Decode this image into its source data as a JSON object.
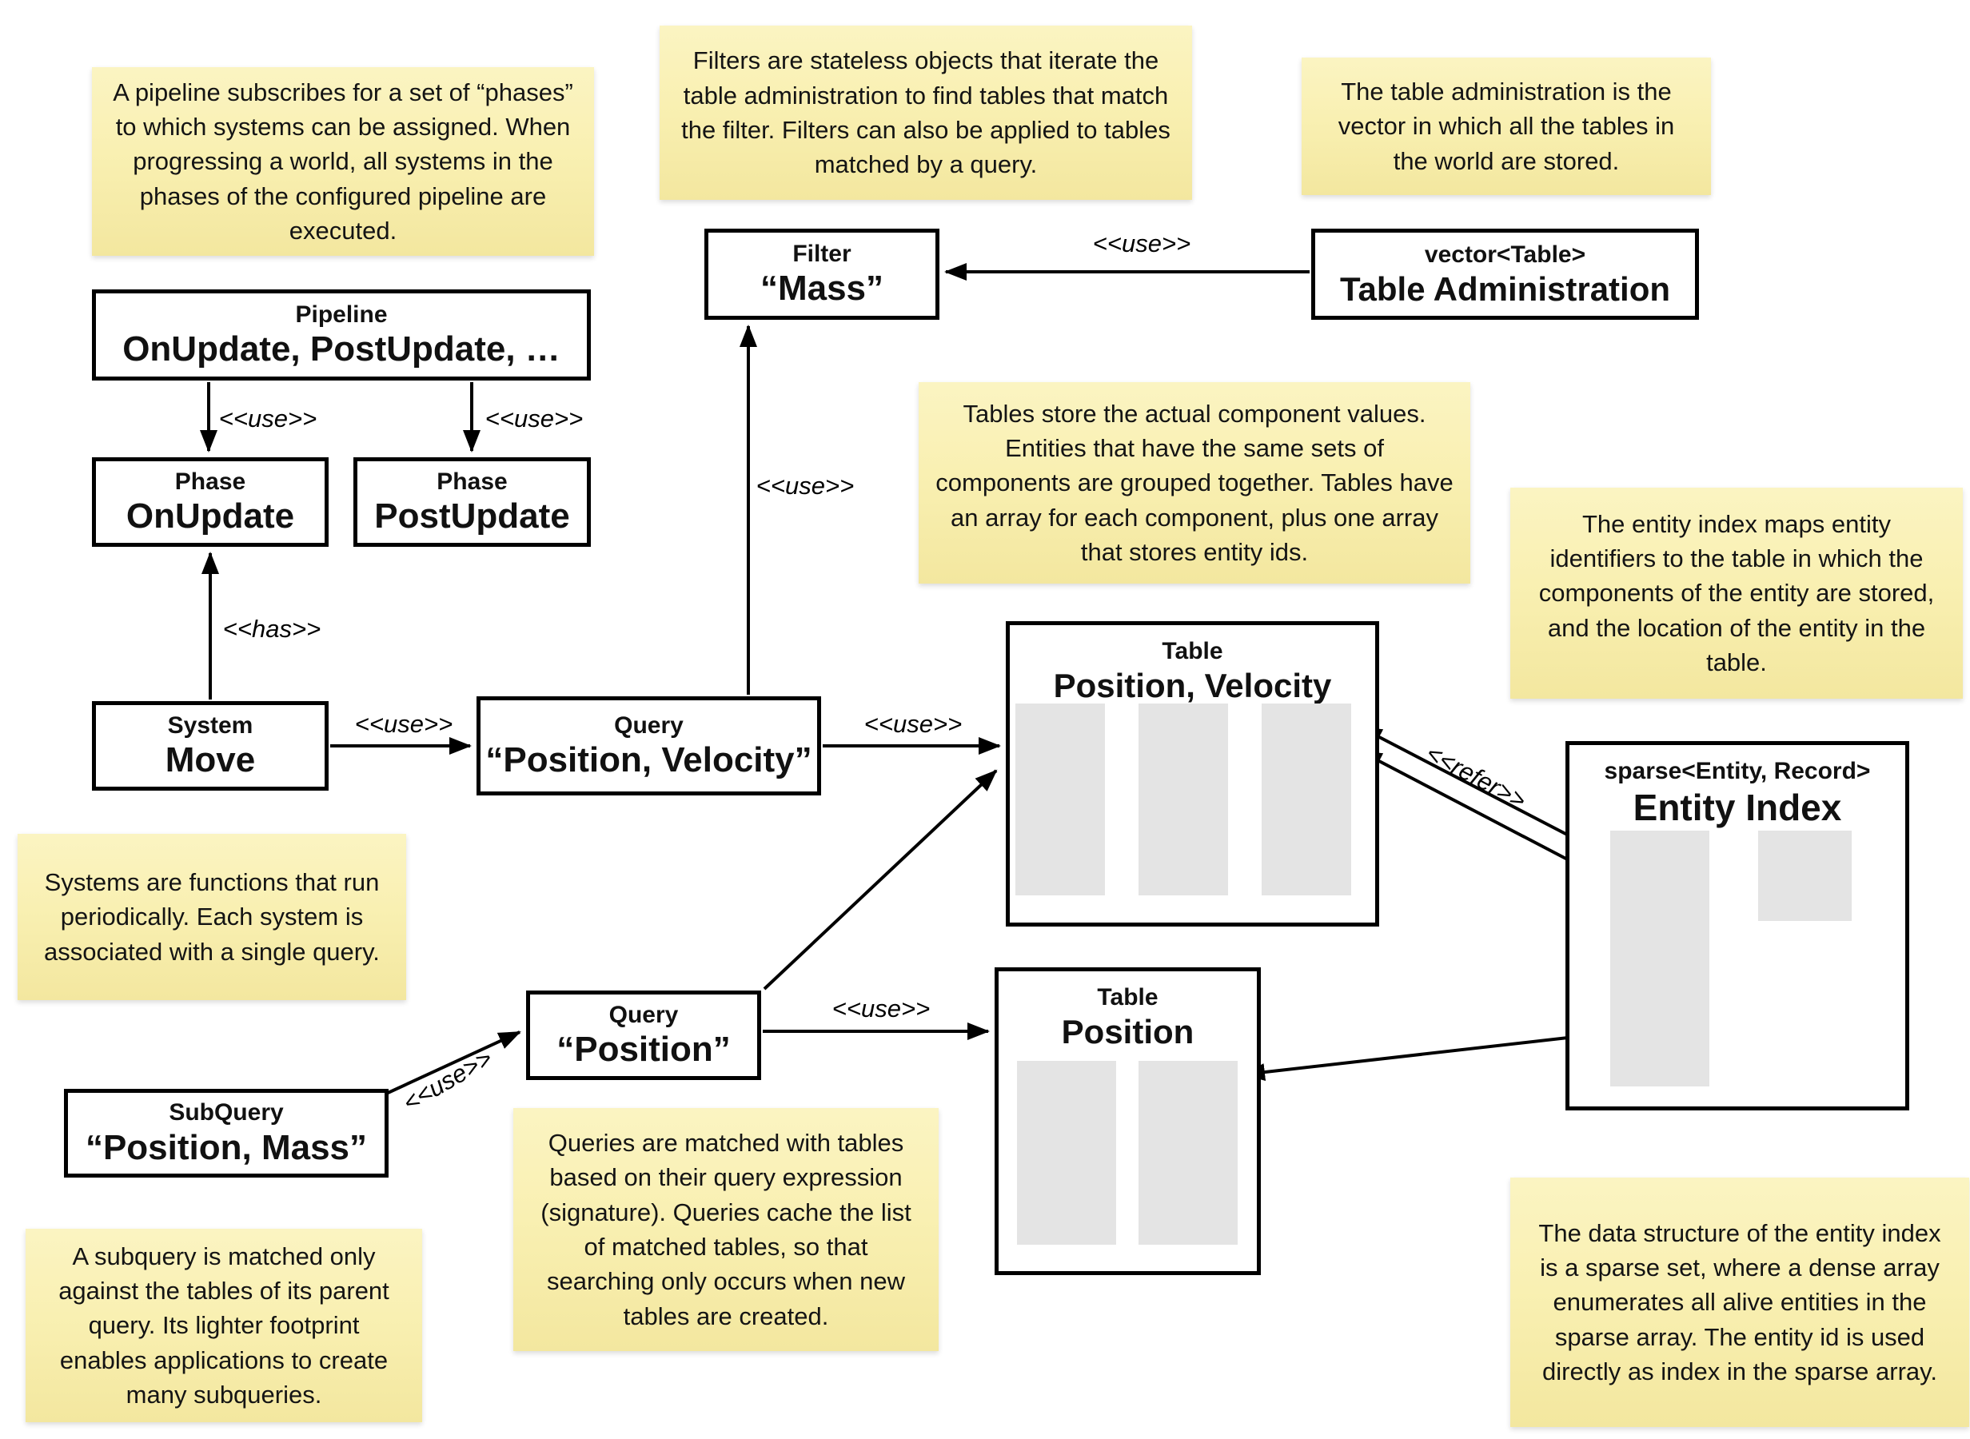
{
  "notes": {
    "pipeline_note": "A pipeline subscribes for a set of “phases” to which systems can be assigned. When progressing a world, all systems in the phases of the configured pipeline are executed.",
    "filter_note": "Filters are stateless objects that iterate the table administration to find tables that match the filter. Filters can also be applied to tables matched by a query.",
    "table_admin_note": "The table administration is the vector in which all the tables in the world are stored.",
    "tables_note": "Tables store the actual component values. Entities that have the same sets of components are grouped together. Tables have an array for each component, plus one array that stores entity ids.",
    "entity_index_note": "The entity index maps entity identifiers to the table in which the components of the entity are stored, and the location of the entity in the table.",
    "systems_note": "Systems are functions that run periodically. Each system is associated with a single query.",
    "subquery_note": "A subquery is matched only against the tables of its parent query. Its lighter footprint enables applications to create many subqueries.",
    "queries_note": "Queries are matched with tables based on their query expression (signature). Queries cache the list of matched tables, so that searching only occurs when new tables are created.",
    "sparse_set_note": "The data structure of the entity index is a sparse set, where a dense array enumerates all alive entities in the sparse array. The entity id is used directly as index in the sparse array."
  },
  "boxes": {
    "pipeline": {
      "stereotype": "Pipeline",
      "name": "OnUpdate, PostUpdate, …"
    },
    "phase_onupdate": {
      "stereotype": "Phase",
      "name": "OnUpdate"
    },
    "phase_postupdate": {
      "stereotype": "Phase",
      "name": "PostUpdate"
    },
    "system_move": {
      "stereotype": "System",
      "name": "Move"
    },
    "query_pv": {
      "stereotype": "Query",
      "name": "“Position, Velocity”"
    },
    "filter_mass": {
      "stereotype": "Filter",
      "name": "“Mass”"
    },
    "table_admin": {
      "stereotype": "vector<Table>",
      "name": "Table Administration"
    },
    "table_pv": {
      "stereotype": "Table",
      "name": "Position, Velocity"
    },
    "table_pos": {
      "stereotype": "Table",
      "name": "Position"
    },
    "query_pos": {
      "stereotype": "Query",
      "name": "“Position”"
    },
    "subquery": {
      "stereotype": "SubQuery",
      "name": "“Position, Mass”"
    },
    "entity_index": {
      "stereotype": "sparse<Entity, Record>",
      "name": "Entity Index"
    }
  },
  "labels": {
    "use": "<<use>>",
    "has": "<<has>>",
    "refer": "<<refer>>"
  },
  "colors": {
    "note_top": "#FBF4C2",
    "note_bottom": "#F3E79F",
    "box_border": "#000000",
    "box_background": "#FFFFFF",
    "array_fill": "#E4E4E4",
    "line": "#000000"
  }
}
